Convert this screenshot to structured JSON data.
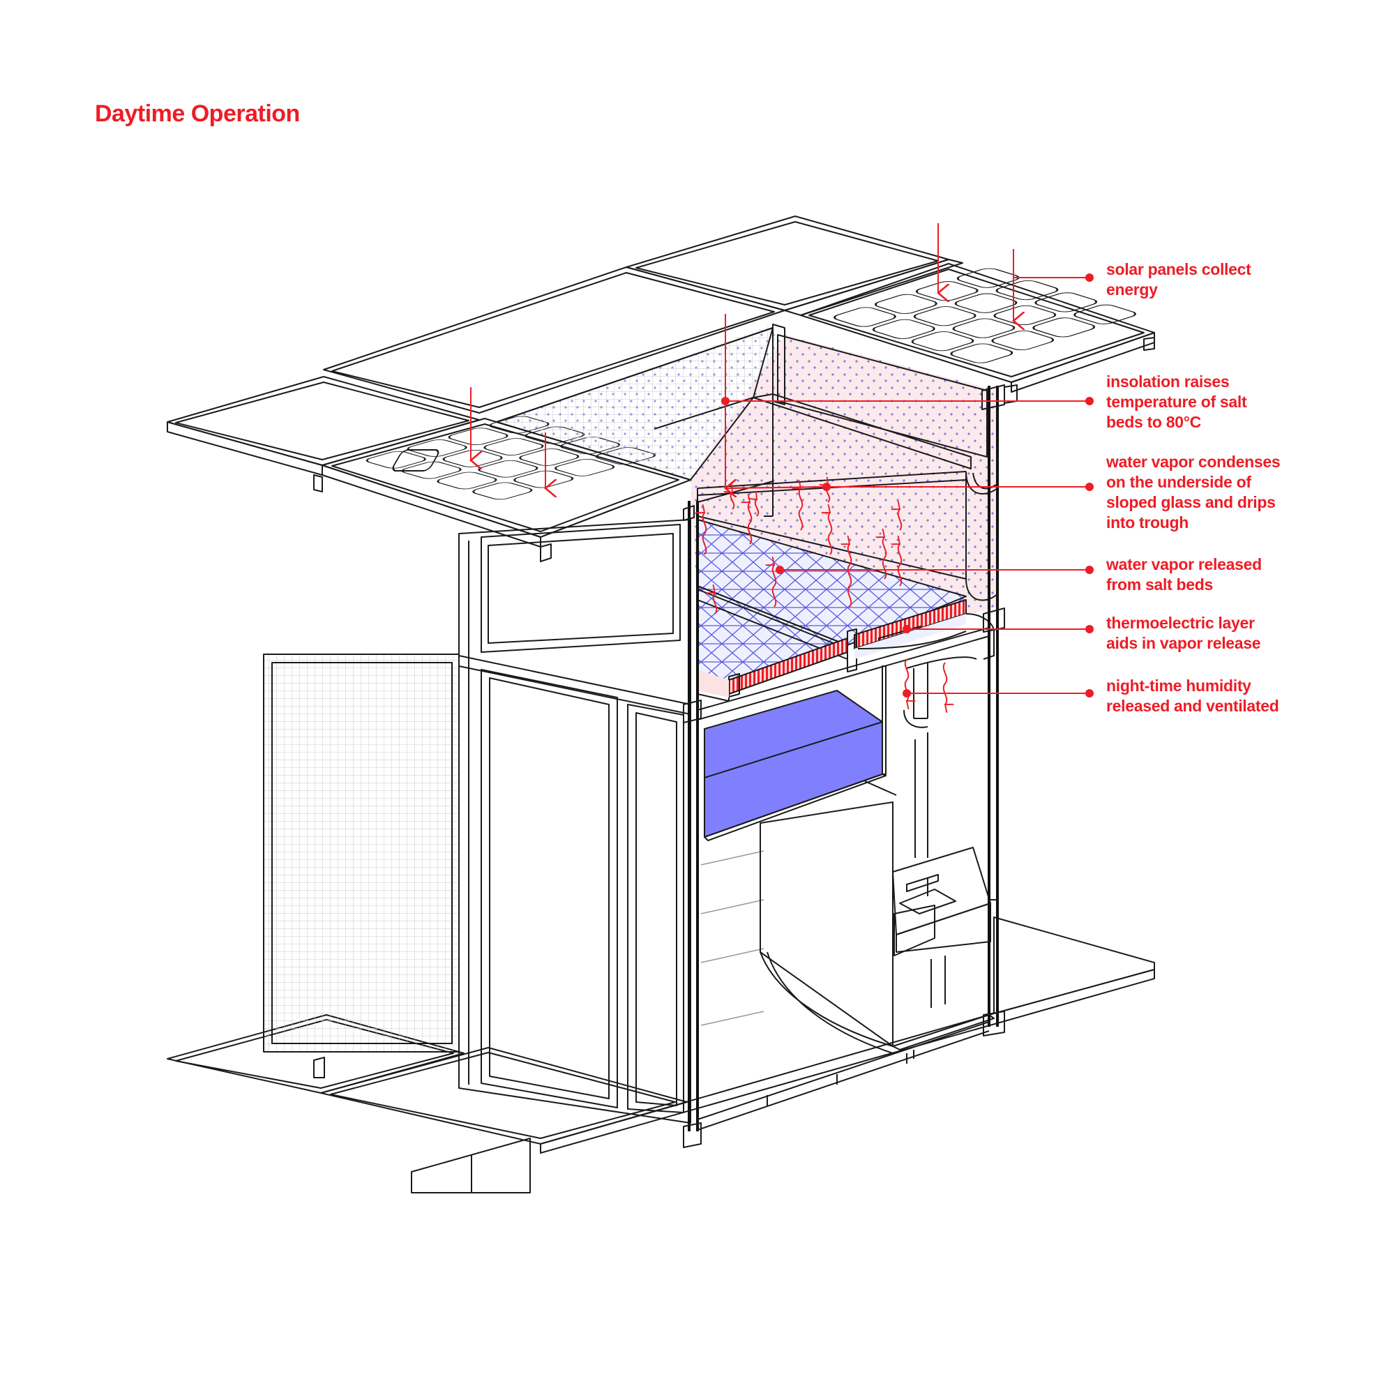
{
  "title": "Daytime Operation",
  "colors": {
    "accent": "#ee1c25",
    "water_tank": "#8080ff",
    "salt_bed_pattern": "#5a5ae0",
    "vapor_chamber_tint": "#fbe9ec"
  },
  "callouts": [
    {
      "id": "solar",
      "lines": [
        "solar panels collect",
        "energy"
      ]
    },
    {
      "id": "insolation",
      "lines": [
        "insolation raises",
        "temperature of salt",
        "beds to 80°C"
      ]
    },
    {
      "id": "condense",
      "lines": [
        "water vapor condenses",
        "on the underside of",
        "sloped glass and drips",
        "into trough"
      ]
    },
    {
      "id": "vapor",
      "lines": [
        "water vapor released",
        "from salt beds"
      ]
    },
    {
      "id": "thermo",
      "lines": [
        "thermoelectric layer",
        "aids in vapor release"
      ]
    },
    {
      "id": "night",
      "lines": [
        "night-time humidity",
        "released and ventilated"
      ]
    }
  ]
}
